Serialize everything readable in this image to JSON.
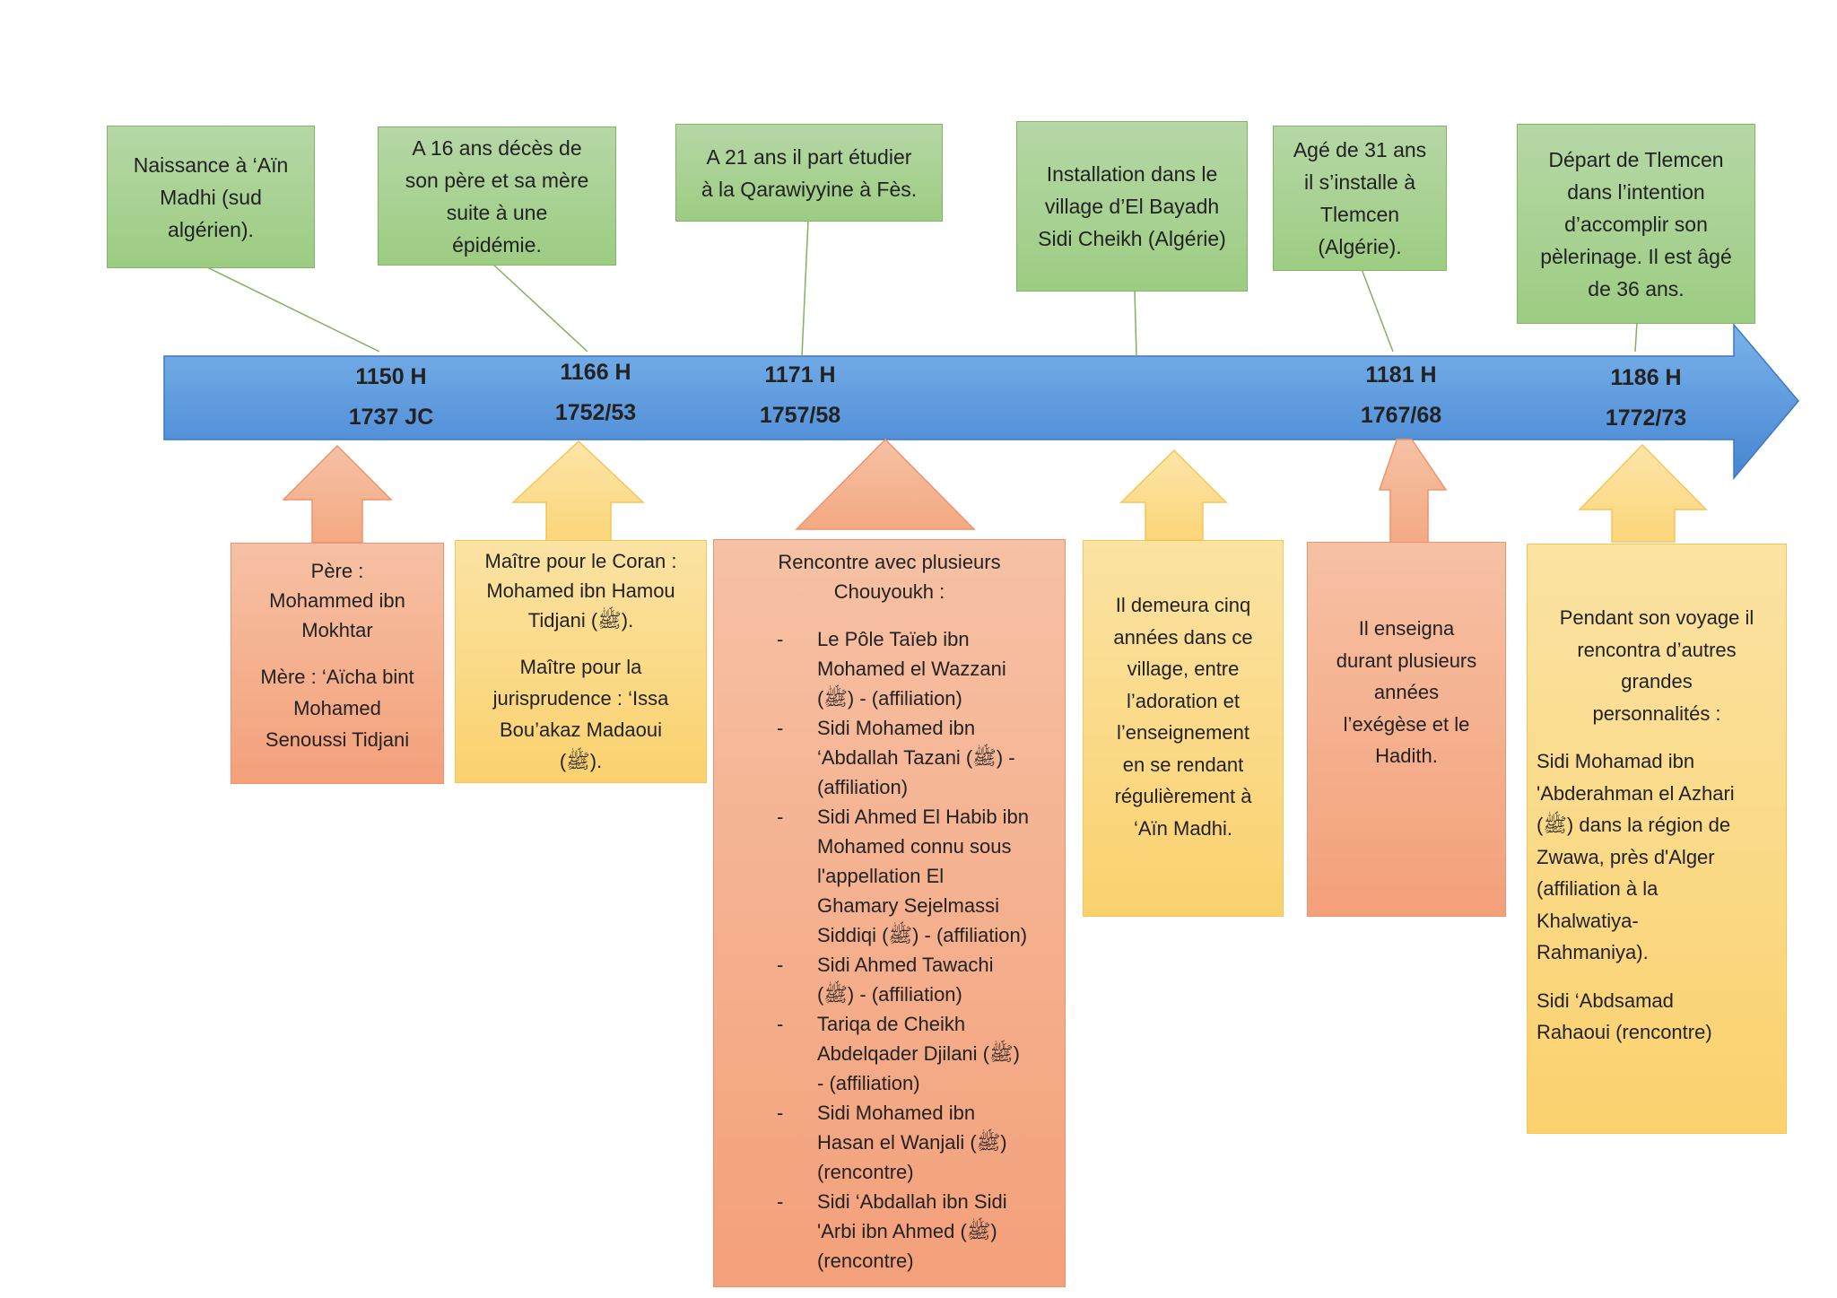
{
  "colors": {
    "arrow_top": "#6fa8e6",
    "arrow_bottom": "#4a88d4",
    "event_green": "#a9d18e",
    "callout_orange": "#f4b183",
    "callout_yellow": "#ffd966"
  },
  "events": [
    {
      "text": "Naissance à ‘Aïn\nMadhi (sud\nalgérien)."
    },
    {
      "text": "A 16 ans décès de\nson père et sa mère\nsuite à une\népidémie."
    },
    {
      "text": "A 21 ans il part étudier\nà la Qarawiyyine à Fès."
    },
    {
      "text": "Installation dans le\nvillage d’El Bayadh\nSidi Cheikh (Algérie)"
    },
    {
      "text": "Agé de 31 ans\nil s’installe à\nTlemcen\n(Algérie)."
    },
    {
      "text": "Départ de Tlemcen\ndans l’intention\nd’accomplir son\npèlerinage. Il est âgé\nde 36 ans."
    }
  ],
  "dates": [
    {
      "hijri": "1150 H",
      "gregorian": "1737 JC"
    },
    {
      "hijri": "1166 H",
      "gregorian": "1752/53"
    },
    {
      "hijri": "1171 H",
      "gregorian": "1757/58"
    },
    {
      "hijri": "1181 H",
      "gregorian": "1767/68"
    },
    {
      "hijri": "1186 H",
      "gregorian": "1772/73"
    }
  ],
  "callouts": {
    "parents": {
      "pere": "Père :\nMohammed ibn\nMokhtar",
      "mere": "Mère : ‘Aïcha bint\nMohamed\nSenoussi Tidjani"
    },
    "maitres": {
      "coran": "Maître pour le Coran :\nMohamed ibn Hamou\nTidjani (ﷺ).",
      "jurisprudence": "Maître pour la\njurisprudence : ‘Issa\nBou’akaz Madaoui\n(ﷺ)."
    },
    "chouyoukh": {
      "intro": "Rencontre avec plusieurs\nChouyoukh :",
      "items": [
        "Le Pôle Taïeb ibn\nMohamed el Wazzani\n(ﷺ) - (affiliation)",
        "Sidi Mohamed ibn\n‘Abdallah Tazani (ﷺ) -\n(affiliation)",
        "Sidi Ahmed El Habib ibn\nMohamed connu sous\nl'appellation El\nGhamary Sejelmassi\nSiddiqi (ﷺ) - (affiliation)",
        "Sidi Ahmed Tawachi\n(ﷺ) - (affiliation)",
        "Tariqa de Cheikh\nAbdelqader Djilani (ﷺ)\n- (affiliation)",
        "Sidi Mohamed ibn\nHasan el Wanjali (ﷺ)\n(rencontre)",
        "Sidi ‘Abdallah ibn Sidi\n'Arbi ibn Ahmed (ﷺ)\n(rencontre)"
      ]
    },
    "demeure": "Il demeura cinq\nannées dans ce\nvillage, entre\nl’adoration et\nl’enseignement\nen se rendant\nrégulièrement à\n‘Aïn Madhi.",
    "enseigna": "Il enseigna\ndurant plusieurs\nannées\nl’exégèse et le\nHadith.",
    "voyage": {
      "intro": "Pendant son voyage il\nrencontra d’autres\ngrandes\npersonnalités :",
      "azhari": "Sidi Mohamad ibn\n'Abderahman el Azhari\n(ﷺ) dans la région de\nZwawa, près d'Alger\n(affiliation à la\nKhalwatiya-\nRahmaniya).",
      "rahaoui": "Sidi ‘Abdsamad\nRahaoui (rencontre)"
    }
  }
}
